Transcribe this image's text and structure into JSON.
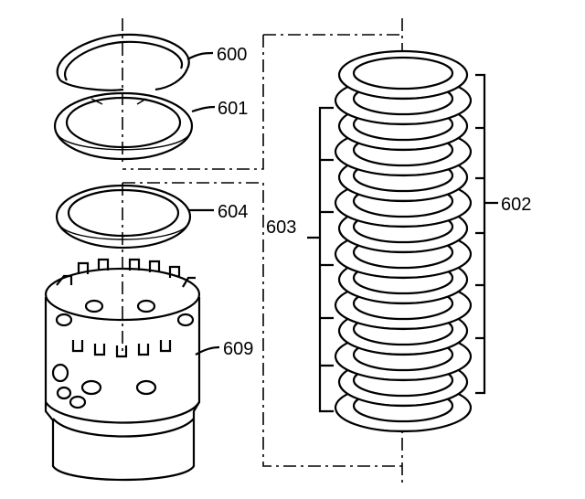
{
  "diagram": {
    "labels": {
      "600": "600",
      "601": "601",
      "604": "604",
      "609": "609",
      "602": "602",
      "603": "603"
    }
  }
}
